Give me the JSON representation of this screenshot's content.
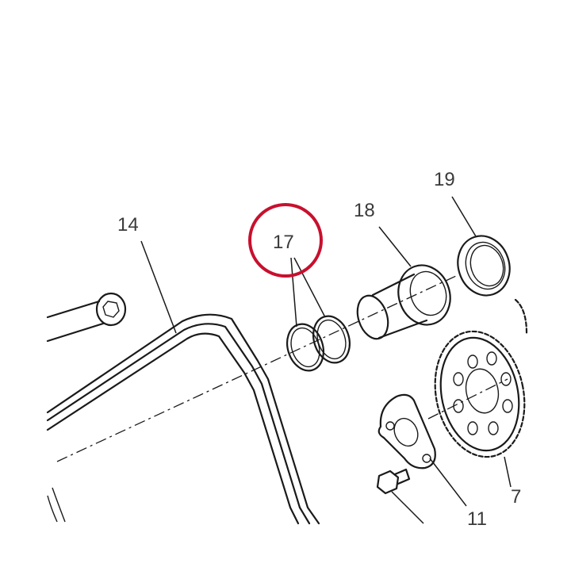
{
  "callouts": {
    "part_14": "14",
    "part_17": "17",
    "part_18": "18",
    "part_19": "19",
    "part_11": "11",
    "part_7": "7"
  },
  "highlight": {
    "target_callout": "17",
    "color": "#c8102e"
  },
  "colors": {
    "line": "#1a1a1a",
    "label": "#3a3a3a",
    "background": "#ffffff"
  }
}
